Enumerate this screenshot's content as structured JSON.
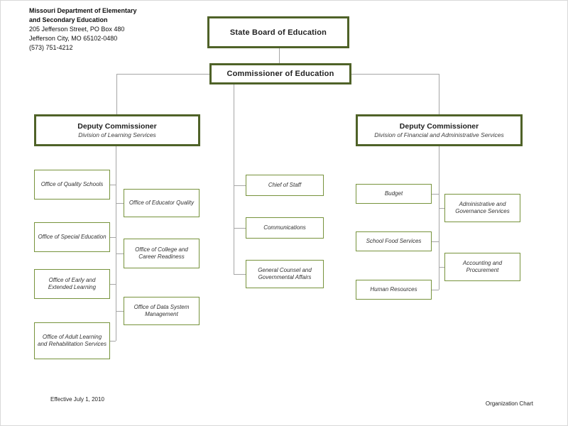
{
  "letterhead": {
    "org_line1": "Missouri Department of Elementary",
    "org_line2": "and Secondary Education",
    "address_line1": "205 Jefferson Street, PO Box 480",
    "address_line2": "Jefferson City, MO  65102-0480",
    "phone": "(573) 751-4212"
  },
  "nodes": {
    "state_board": {
      "title": "State Board of Education"
    },
    "commissioner": {
      "title": "Commissioner of Education"
    },
    "deputy_learning": {
      "title": "Deputy Commissioner",
      "subtitle": "Division of Learning Services"
    },
    "deputy_financial": {
      "title": "Deputy Commissioner",
      "subtitle": "Division of Financial and Administrative  Services"
    },
    "learning_col_a": [
      "Office of Quality Schools",
      "Office of Special Education",
      "Office of Early and Extended Learning",
      "Office of Adult Learning and Rehabilitation Services"
    ],
    "learning_col_b": [
      "Office of Educator Quality",
      "Office of College and Career Readiness",
      "Office of Data System Management"
    ],
    "commissioner_staff": [
      "Chief of Staff",
      "Communications",
      "General Counsel and Governmental Affairs"
    ],
    "financial_col_a": [
      "Budget",
      "School Food Services",
      "Human Resources"
    ],
    "financial_col_b": [
      "Administrative and Governance Services",
      "Accounting and Procurement"
    ]
  },
  "footer": {
    "effective_date": "Effective July 1, 2010",
    "chart_label": "Organization Chart"
  },
  "colors": {
    "major_box_border": "#4f6228",
    "minor_box_border": "#77933c",
    "connector": "#a6a6a6"
  }
}
